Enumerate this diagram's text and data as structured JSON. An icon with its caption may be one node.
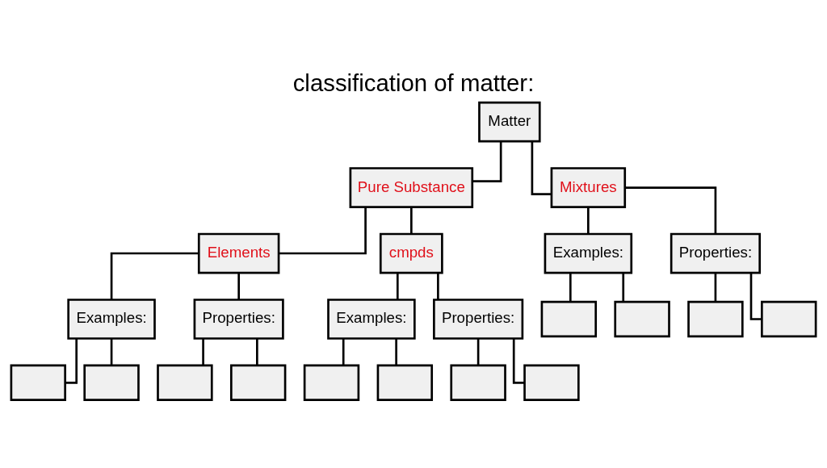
{
  "diagram": {
    "title": "classification of matter:",
    "nodes": [
      {
        "text": [
          "Matter"
        ]
      },
      {
        "text": [
          "Pure Substance"
        ]
      },
      {
        "text": [
          "Mixtures"
        ]
      },
      {
        "text": [
          "Elements"
        ]
      },
      {
        "text": [
          "cmpds"
        ]
      },
      {
        "text": [
          "Examples:"
        ]
      },
      {
        "text": [
          "Properties:"
        ]
      },
      {
        "text": [
          "Examples:"
        ]
      },
      {
        "text": [
          "Properties:"
        ]
      },
      {
        "text": [
          "Examples:"
        ]
      },
      {
        "text": [
          "Properties:"
        ]
      },
      {
        "text": [],
        "shape": "box"
      },
      {
        "text": [],
        "shape": "box"
      },
      {
        "text": [],
        "shape": "box"
      },
      {
        "text": [],
        "shape": "box"
      },
      {
        "text": [],
        "shape": "box"
      },
      {
        "text": [],
        "shape": "box"
      },
      {
        "text": [],
        "shape": "box"
      },
      {
        "text": [],
        "shape": "box"
      },
      {
        "text": [],
        "shape": "box"
      },
      {
        "text": [],
        "shape": "box"
      },
      {
        "text": [],
        "shape": "box"
      },
      {
        "text": [],
        "shape": "box"
      }
    ],
    "edges": [
      {
        "from": 0,
        "to": 1,
        "arrow": "none"
      },
      {
        "from": 0,
        "to": 2,
        "arrow": "none"
      },
      {
        "from": 1,
        "to": 3,
        "arrow": "none"
      },
      {
        "from": 1,
        "to": 4,
        "arrow": "none"
      },
      {
        "from": 2,
        "to": 5,
        "arrow": "none"
      },
      {
        "from": 2,
        "to": 6,
        "arrow": "none"
      },
      {
        "from": 3,
        "to": 7,
        "arrow": "none"
      },
      {
        "from": 3,
        "to": 8,
        "arrow": "none"
      },
      {
        "from": 4,
        "to": 9,
        "arrow": "none"
      },
      {
        "from": 4,
        "to": 10,
        "arrow": "none"
      },
      {
        "from": 7,
        "to": 11,
        "arrow": "none"
      },
      {
        "from": 7,
        "to": 12,
        "arrow": "none"
      },
      {
        "from": 8,
        "to": 13,
        "arrow": "none"
      },
      {
        "from": 8,
        "to": 14,
        "arrow": "none"
      },
      {
        "from": 9,
        "to": 15,
        "arrow": "none"
      },
      {
        "from": 9,
        "to": 16,
        "arrow": "none"
      },
      {
        "from": 10,
        "to": 17,
        "arrow": "none"
      },
      {
        "from": 10,
        "to": 18,
        "arrow": "none"
      },
      {
        "from": 5,
        "to": 19,
        "arrow": "none"
      },
      {
        "from": 5,
        "to": 20,
        "arrow": "none"
      },
      {
        "from": 6,
        "to": 21,
        "arrow": "none"
      },
      {
        "from": 6,
        "to": 22,
        "arrow": "none"
      }
    ]
  }
}
